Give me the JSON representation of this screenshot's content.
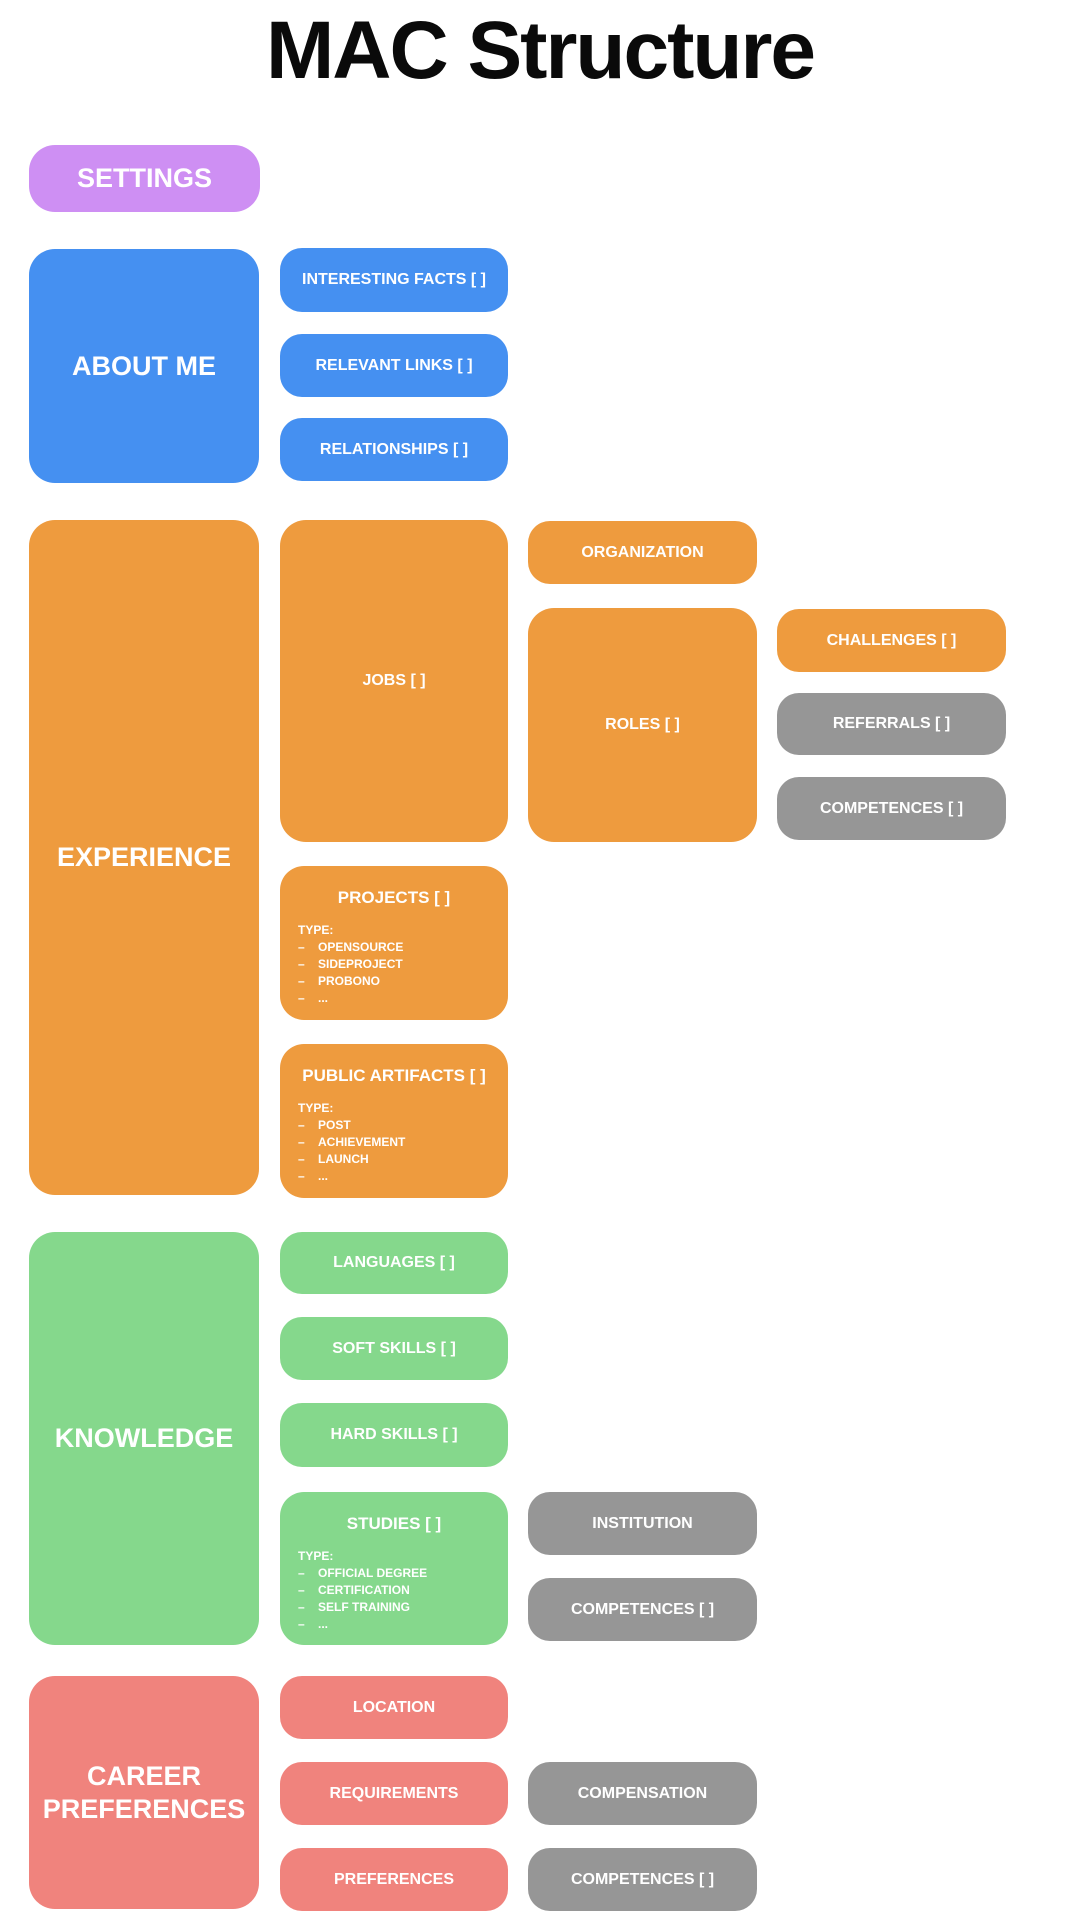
{
  "title": "MAC Structure",
  "bullet": "–",
  "palette": {
    "purple": "#CE8FF3",
    "blue": "#4590F1",
    "orange": "#EE9B3E",
    "green": "#85D88C",
    "salmon": "#F0837D",
    "gray": "#969696",
    "text": "#FFFFFF",
    "background": "#FFFFFF",
    "title_color": "#0A0A0A"
  },
  "blocks": {
    "settings": "SETTINGS",
    "about_me": "ABOUT ME",
    "interesting_facts": "INTERESTING FACTS [ ]",
    "relevant_links": "RELEVANT LINKS [ ]",
    "relationships": "RELATIONSHIPS [ ]",
    "experience": "EXPERIENCE",
    "jobs": "JOBS [ ]",
    "organization": "ORGANIZATION",
    "roles": "ROLES [ ]",
    "challenges": "CHALLENGES [ ]",
    "referrals": "REFERRALS [ ]",
    "roles_competences": "COMPETENCES [ ]",
    "projects": {
      "label": "PROJECTS [ ]",
      "type_heading": "TYPE:",
      "types": [
        "OPENSOURCE",
        "SIDEPROJECT",
        "PROBONO",
        "..."
      ]
    },
    "public_artifacts": {
      "label": "PUBLIC ARTIFACTS [ ]",
      "type_heading": "TYPE:",
      "types": [
        "POST",
        "ACHIEVEMENT",
        "LAUNCH",
        "..."
      ]
    },
    "knowledge": "KNOWLEDGE",
    "languages": "LANGUAGES [ ]",
    "soft_skills": "SOFT SKILLS [ ]",
    "hard_skills": "HARD SKILLS [ ]",
    "studies": {
      "label": "STUDIES [ ]",
      "type_heading": "TYPE:",
      "types": [
        "OFFICIAL DEGREE",
        "CERTIFICATION",
        "SELF TRAINING",
        "..."
      ]
    },
    "institution": "INSTITUTION",
    "studies_competences": "COMPETENCES [ ]",
    "career_preferences": "CAREER PREFERENCES",
    "location": "LOCATION",
    "requirements": "REQUIREMENTS",
    "preferences": "PREFERENCES",
    "compensation": "COMPENSATION",
    "career_competences": "COMPETENCES [ ]"
  }
}
